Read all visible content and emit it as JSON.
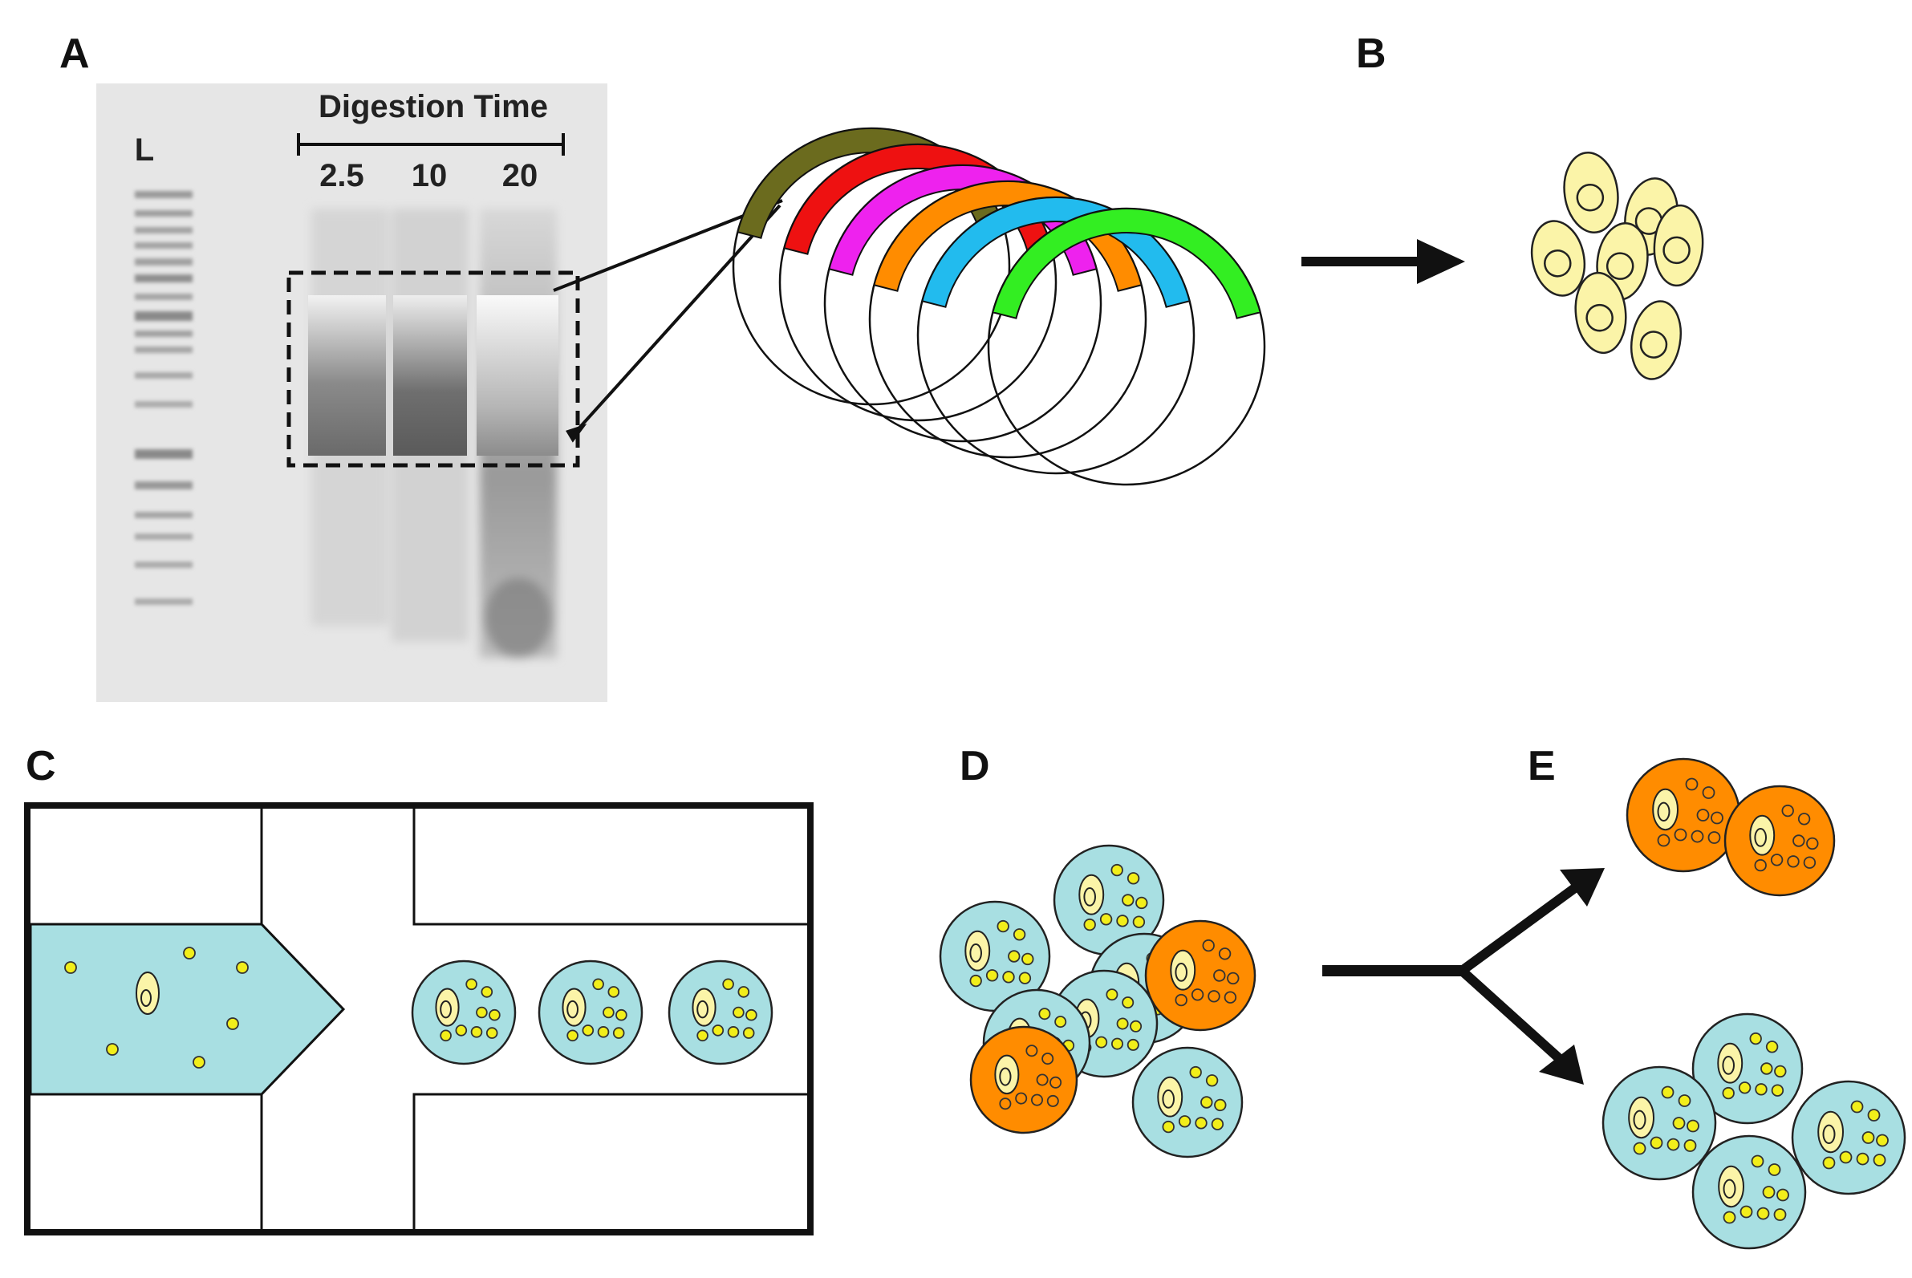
{
  "panels": {
    "a": {
      "label": "A"
    },
    "b": {
      "label": "B"
    },
    "c": {
      "label": "C"
    },
    "d": {
      "label": "D"
    },
    "e": {
      "label": "E"
    }
  },
  "gel": {
    "ladder_label": "L",
    "time_header": "Digestion Time",
    "lanes": [
      "2.5",
      "10",
      "20"
    ]
  },
  "colors": {
    "plasmid_fragments": [
      "#6b6b1e",
      "#ee1111",
      "#ee22ee",
      "#ff8c00",
      "#22bbee",
      "#33ee22"
    ],
    "droplet_blue": "#a8dfe2",
    "droplet_orange": "#ff8c00",
    "cell_yellow": "#fbf4a8",
    "bead_yellow": "#f2ee1a"
  }
}
